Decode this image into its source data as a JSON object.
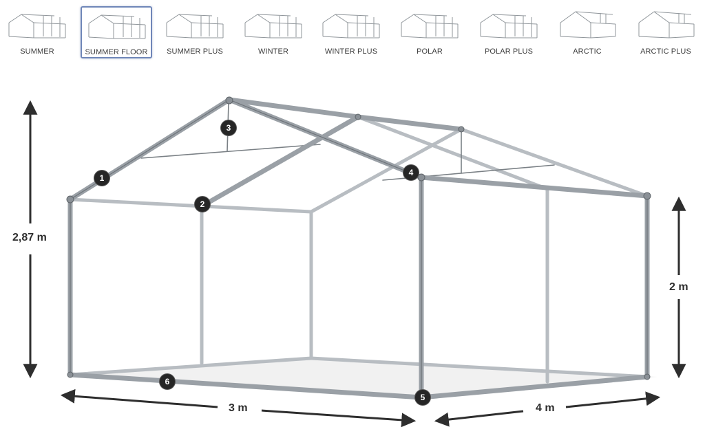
{
  "variants": [
    {
      "label": "SUMMER",
      "selected": false
    },
    {
      "label": "SUMMER FLOOR",
      "selected": true
    },
    {
      "label": "SUMMER PLUS",
      "selected": false
    },
    {
      "label": "WINTER",
      "selected": false
    },
    {
      "label": "WINTER PLUS",
      "selected": false
    },
    {
      "label": "POLAR",
      "selected": false
    },
    {
      "label": "POLAR PLUS",
      "selected": false
    },
    {
      "label": "ARCTIC",
      "selected": false
    },
    {
      "label": "ARCTIC PLUS",
      "selected": false
    }
  ],
  "dimensions": {
    "total_height": "2,87 m",
    "side_height": "2 m",
    "width": "3 m",
    "length": "4 m"
  },
  "markers": [
    "1",
    "2",
    "3",
    "4",
    "5",
    "6"
  ],
  "colors": {
    "frame": "#9aa0a6",
    "frame_dark": "#6d7379",
    "arrow": "#2e2e2e",
    "badge": "#262626",
    "selected_border": "#6f86b8"
  }
}
